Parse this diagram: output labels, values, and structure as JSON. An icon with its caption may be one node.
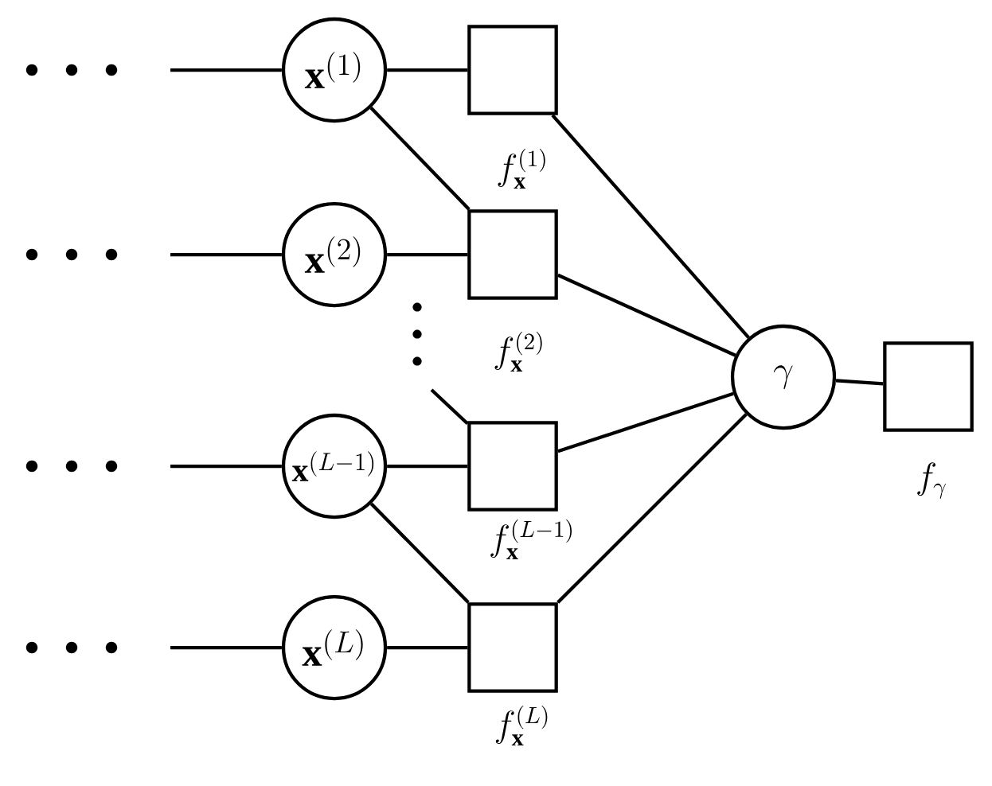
{
  "diagram": {
    "nodes": [
      {
        "text": [
          "\\mathbf{x}^{(1)}"
        ]
      },
      {
        "text": [],
        "shape": "box",
        "beside": [
          "f_{\\mathbf{x}}^{(1)}"
        ]
      },
      {
        "text": [
          "\\mathbf{x}^{(2)}"
        ]
      },
      {
        "text": [],
        "shape": "box",
        "beside": [
          "f_{\\mathbf{x}}^{(2)}"
        ]
      },
      {
        "text": [
          "\\mathbf{x}^{(L-1)}"
        ]
      },
      {
        "text": [],
        "shape": "box",
        "beside": [
          "f_{\\mathbf{x}}^{(L-1)}"
        ]
      },
      {
        "text": [
          "\\mathbf{x}^{(L)}"
        ]
      },
      {
        "text": [],
        "shape": "box",
        "beside": [
          "f_{\\mathbf{x}}^{(L)}"
        ]
      },
      {
        "text": [
          "\\gamma"
        ]
      },
      {
        "text": [],
        "shape": "box",
        "beside": [
          "f_{\\gamma}"
        ]
      }
    ],
    "edges": [
      {
        "from": null,
        "to": 0,
        "arrow": "none"
      },
      {
        "from": null,
        "to": 2,
        "arrow": "none"
      },
      {
        "from": null,
        "to": 4,
        "arrow": "none"
      },
      {
        "from": null,
        "to": 6,
        "arrow": "none"
      },
      {
        "from": 0,
        "to": 1,
        "arrow": "none"
      },
      {
        "from": 0,
        "to": 3,
        "arrow": "none"
      },
      {
        "from": 2,
        "to": 3,
        "arrow": "none"
      },
      {
        "from": null,
        "to": 5,
        "arrow": "none"
      },
      {
        "from": 4,
        "to": 5,
        "arrow": "none"
      },
      {
        "from": 4,
        "to": 7,
        "arrow": "none"
      },
      {
        "from": 6,
        "to": 7,
        "arrow": "none"
      },
      {
        "from": 1,
        "to": 8,
        "arrow": "none"
      },
      {
        "from": 3,
        "to": 8,
        "arrow": "none"
      },
      {
        "from": 5,
        "to": 8,
        "arrow": "none"
      },
      {
        "from": 7,
        "to": 8,
        "arrow": "none"
      },
      {
        "from": 8,
        "to": 9,
        "arrow": "none"
      }
    ]
  }
}
